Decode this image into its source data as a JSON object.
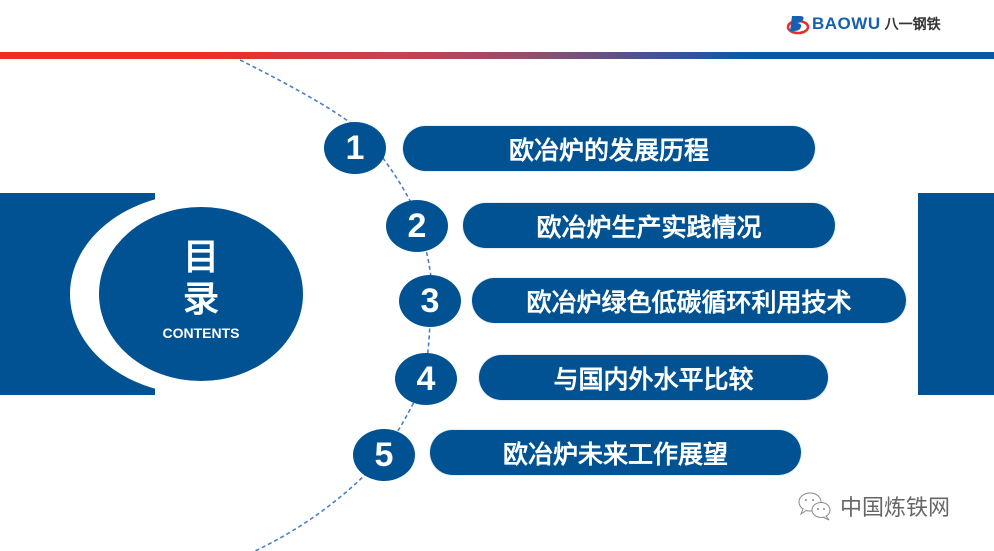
{
  "header": {
    "logo_brand": "BAOWU",
    "logo_cn": "八一钢铁",
    "logo_icon": "baowu-logo-icon",
    "bar_colors": {
      "start": "#ee2e24",
      "end": "#0a58a2"
    }
  },
  "title": {
    "cn_line1": "目",
    "cn_line2": "录",
    "en": "CONTENTS"
  },
  "items": [
    {
      "number": "1",
      "label": "欧冶炉的发展历程"
    },
    {
      "number": "2",
      "label": "欧冶炉生产实践情况"
    },
    {
      "number": "3",
      "label": "欧冶炉绿色低碳循环利用技术"
    },
    {
      "number": "4",
      "label": "与国内外水平比较"
    },
    {
      "number": "5",
      "label": "欧冶炉未来工作展望"
    }
  ],
  "watermark": {
    "icon": "wechat-icon",
    "text": "中国炼铁网"
  },
  "colors": {
    "primary": "#005293",
    "text_on_primary": "#ffffff",
    "dashed_line": "#4a7fc1"
  }
}
